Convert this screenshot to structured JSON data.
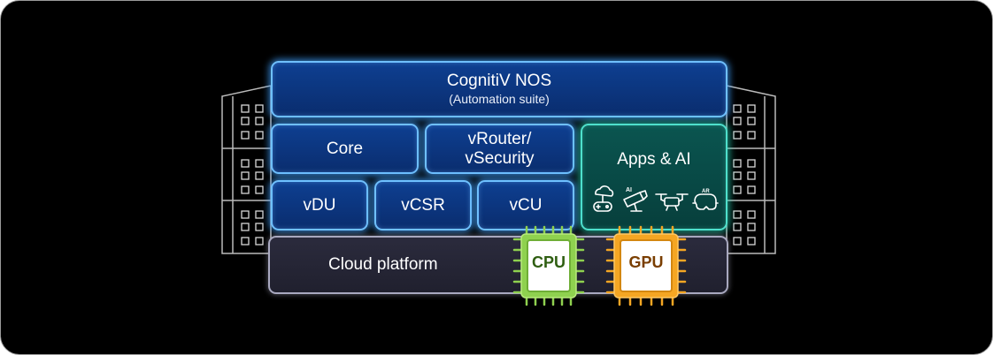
{
  "diagram": {
    "nos": {
      "title": "CognitiV NOS",
      "subtitle": "(Automation suite)"
    },
    "core": "Core",
    "vrouter": {
      "line1": "vRouter/",
      "line2": "vSecurity"
    },
    "apps": {
      "title": "Apps & AI",
      "icons": [
        "cloud-gamepad-icon",
        "ai-cctv-camera-icon",
        "drone-icon",
        "ar-headset-icon"
      ]
    },
    "vdu": "vDU",
    "vcsr": "vCSR",
    "vcu": "vCU",
    "cloud": "Cloud platform",
    "cpu": {
      "label": "CPU",
      "color": "#8fd14f",
      "text_color": "#2f5e12"
    },
    "gpu": {
      "label": "GPU",
      "color": "#f5a623",
      "text_color": "#7a3e00"
    },
    "colors": {
      "background": "#000000",
      "blue_border": "#6fc0ff",
      "teal_border": "#4ee0cc",
      "gray_border": "#a9a9c0"
    }
  }
}
